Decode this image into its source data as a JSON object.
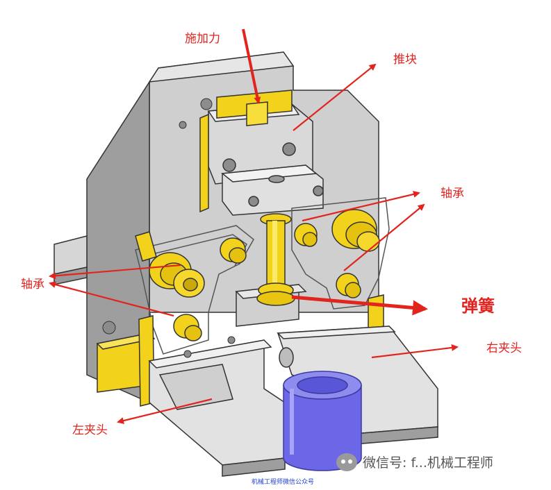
{
  "labels": {
    "apply_force": "施加力",
    "push_block": "推块",
    "bearing_right": "轴承",
    "bearing_left": "轴承",
    "spring": "弹簧",
    "right_clamp": "右夹头",
    "left_clamp": "左夹头"
  },
  "watermark": {
    "text": "微信号: f...机械工程师"
  },
  "caption": "机械工程师微信公众号",
  "colors": {
    "annotation": "#e2241f",
    "body_gray": "#c9c9c9",
    "part_yellow": "#f2d21a",
    "cylinder_blue": "#6b67e6",
    "caption_blue": "#1f3fd0"
  }
}
